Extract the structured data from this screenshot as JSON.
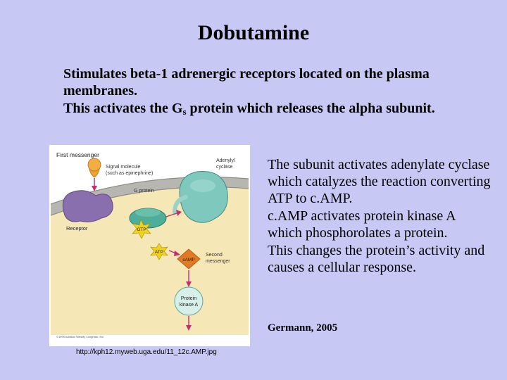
{
  "slide": {
    "title": "Dobutamine",
    "intro_line1": "Stimulates beta-1 adrenergic receptors located on the plasma membranes.",
    "intro_line2_pre": "This activates the G",
    "intro_line2_sub": "s",
    "intro_line2_post": " protein which releases the alpha subunit.",
    "right_paragraphs": [
      "The subunit activates adenylate cyclase which catalyzes the reaction converting ATP to c.AMP.",
      "c.AMP activates protein kinase A which phosphorolates a protein.",
      "This changes the protein’s activity and causes a cellular response."
    ],
    "credit": "Germann, 2005",
    "image_url": "http://kph12.myweb.uga.edu/11_12c.AMP.jpg"
  },
  "figure": {
    "first_messenger": "First messenger",
    "signal_molecule_1": "Signal molecule",
    "signal_molecule_2": "(such as epinephrine)",
    "g_protein": "G protein",
    "adenylyl_1": "Adenylyl",
    "adenylyl_2": "cyclase",
    "receptor": "Receptor",
    "gtp": "GTP",
    "atp": "ATP",
    "camp": "cAMP",
    "second_1": "Second",
    "second_2": "messenger",
    "protein_1": "Protein",
    "protein_2": "kinase A",
    "copyright": "©1999 Addison Wesley Longman, Inc."
  },
  "colors": {
    "background": "#c8c8f4",
    "cytoplasm": "#f6e7b6",
    "membrane": "#b8b6b0",
    "receptor": "#8a6fae",
    "g_protein": "#4fae9a",
    "adenylyl_cyclase": "#7ec8be",
    "gtp_star": "#f0d21e",
    "camp_diamond": "#e07a24",
    "signal_molecule": "#f0a230"
  }
}
